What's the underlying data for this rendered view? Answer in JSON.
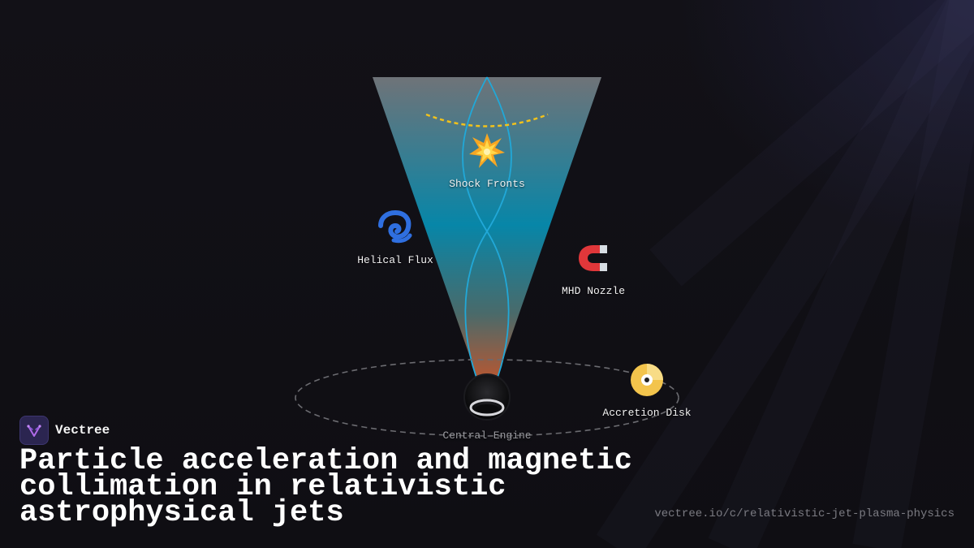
{
  "brand": {
    "name": "Vectree"
  },
  "title": "Particle acceleration and magnetic collimation in relativistic astrophysical jets",
  "url": "vectree.io/c/relativistic-jet-plasma-physics",
  "nodes": [
    {
      "id": "shock",
      "label": "Shock Fronts",
      "icon": "collision-icon",
      "glyph": "💥"
    },
    {
      "id": "helical",
      "label": "Helical Flux",
      "icon": "cyclone-icon",
      "glyph": "🌀"
    },
    {
      "id": "mhd",
      "label": "MHD Nozzle",
      "icon": "magnet-icon",
      "glyph": "🧲"
    },
    {
      "id": "disk",
      "label": "Accretion Disk",
      "icon": "disc-icon",
      "glyph": "📀"
    },
    {
      "id": "engine",
      "label": "Central Engine",
      "icon": "black-hole-icon"
    }
  ],
  "colors": {
    "jet_top": "#6f7378",
    "jet_mid": "#0786a8",
    "jet_bottom": "#e2501c",
    "helix": "#21a8d8",
    "shock_arc": "#f2c21b",
    "disk_ellipse": "#6b6b70"
  }
}
